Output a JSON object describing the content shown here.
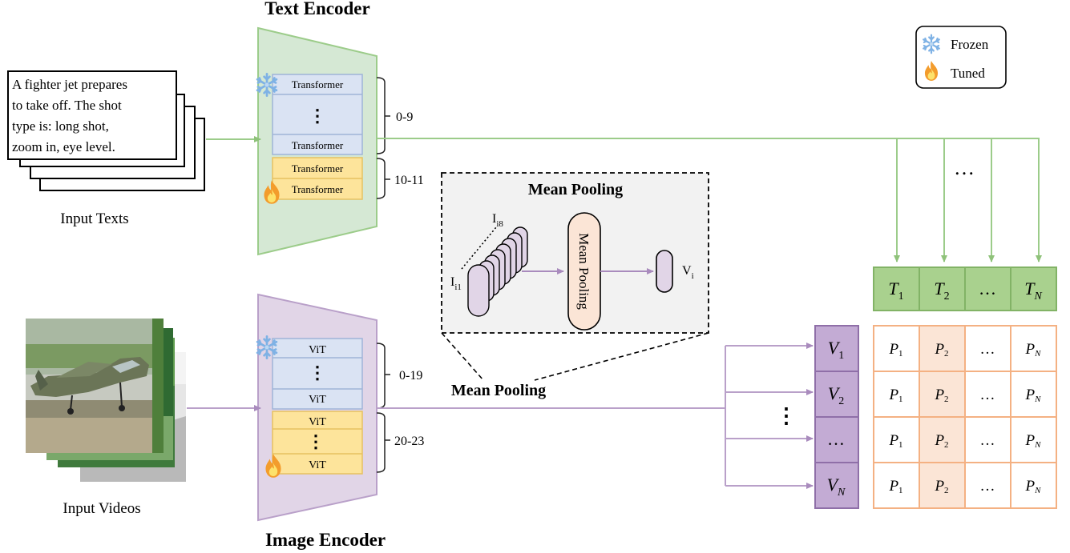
{
  "text_encoder": {
    "title": "Text Encoder",
    "frozen_layers": [
      "Transformer",
      "⋮",
      "Transformer"
    ],
    "tuned_layers": [
      "Transformer",
      "Transformer"
    ],
    "frozen_range": "0-9",
    "tuned_range": "10-11"
  },
  "image_encoder": {
    "title": "Image Encoder",
    "frozen_layers": [
      "ViT",
      "⋮",
      "ViT"
    ],
    "tuned_layers": [
      "ViT",
      "⋮",
      "ViT"
    ],
    "frozen_range": "0-19",
    "tuned_range": "20-23"
  },
  "input_text": {
    "lines": [
      "A fighter jet prepares",
      "to take off. The shot",
      "type is: long shot,",
      "zoom in, eye level."
    ],
    "caption": "Input Texts"
  },
  "input_videos": {
    "caption": "Input Videos"
  },
  "legend": {
    "frozen": "Frozen",
    "tuned": "Tuned",
    "frozen_icon": "snowflake-icon",
    "tuned_icon": "fire-icon"
  },
  "mean_pooling": {
    "panel_title": "Mean Pooling",
    "block_label": "Mean Pooling",
    "caption": "Mean Pooling",
    "frame_first": "I",
    "frame_first_sub": "i1",
    "frame_last": "I",
    "frame_last_sub": "i8",
    "output": "V",
    "output_sub": "i"
  },
  "text_embeddings": {
    "ellipsis": "…",
    "labels": [
      {
        "base": "T",
        "sub": "1"
      },
      {
        "base": "T",
        "sub": "2"
      },
      {
        "base": "…",
        "sub": ""
      },
      {
        "base": "T",
        "sub": "N"
      }
    ]
  },
  "video_embeddings": {
    "ellipsis": "⋮",
    "labels": [
      {
        "base": "V",
        "sub": "1"
      },
      {
        "base": "V",
        "sub": "2"
      },
      {
        "base": "…",
        "sub": ""
      },
      {
        "base": "V",
        "sub": "N"
      }
    ]
  },
  "prob_matrix": {
    "rows": [
      [
        {
          "base": "P",
          "sub": "1"
        },
        {
          "base": "P",
          "sub": "2"
        },
        {
          "base": "…",
          "sub": ""
        },
        {
          "base": "P",
          "sub": "N"
        }
      ],
      [
        {
          "base": "P",
          "sub": "1"
        },
        {
          "base": "P",
          "sub": "2"
        },
        {
          "base": "…",
          "sub": ""
        },
        {
          "base": "P",
          "sub": "N"
        }
      ],
      [
        {
          "base": "P",
          "sub": "1"
        },
        {
          "base": "P",
          "sub": "2"
        },
        {
          "base": "…",
          "sub": ""
        },
        {
          "base": "P",
          "sub": "N"
        }
      ],
      [
        {
          "base": "P",
          "sub": "1"
        },
        {
          "base": "P",
          "sub": "2"
        },
        {
          "base": "…",
          "sub": ""
        },
        {
          "base": "P",
          "sub": "N"
        }
      ]
    ]
  },
  "colors": {
    "text_green": "#9ccc8a",
    "text_fill": "#d5e8d4",
    "image_purple": "#b9a0c9",
    "image_fill": "#e1d5e7",
    "frozen_fill": "#dae3f3",
    "tuned_fill": "#fde49b",
    "matrix_border": "#f4b183",
    "matrix_highlight": "#fbe5d6"
  }
}
